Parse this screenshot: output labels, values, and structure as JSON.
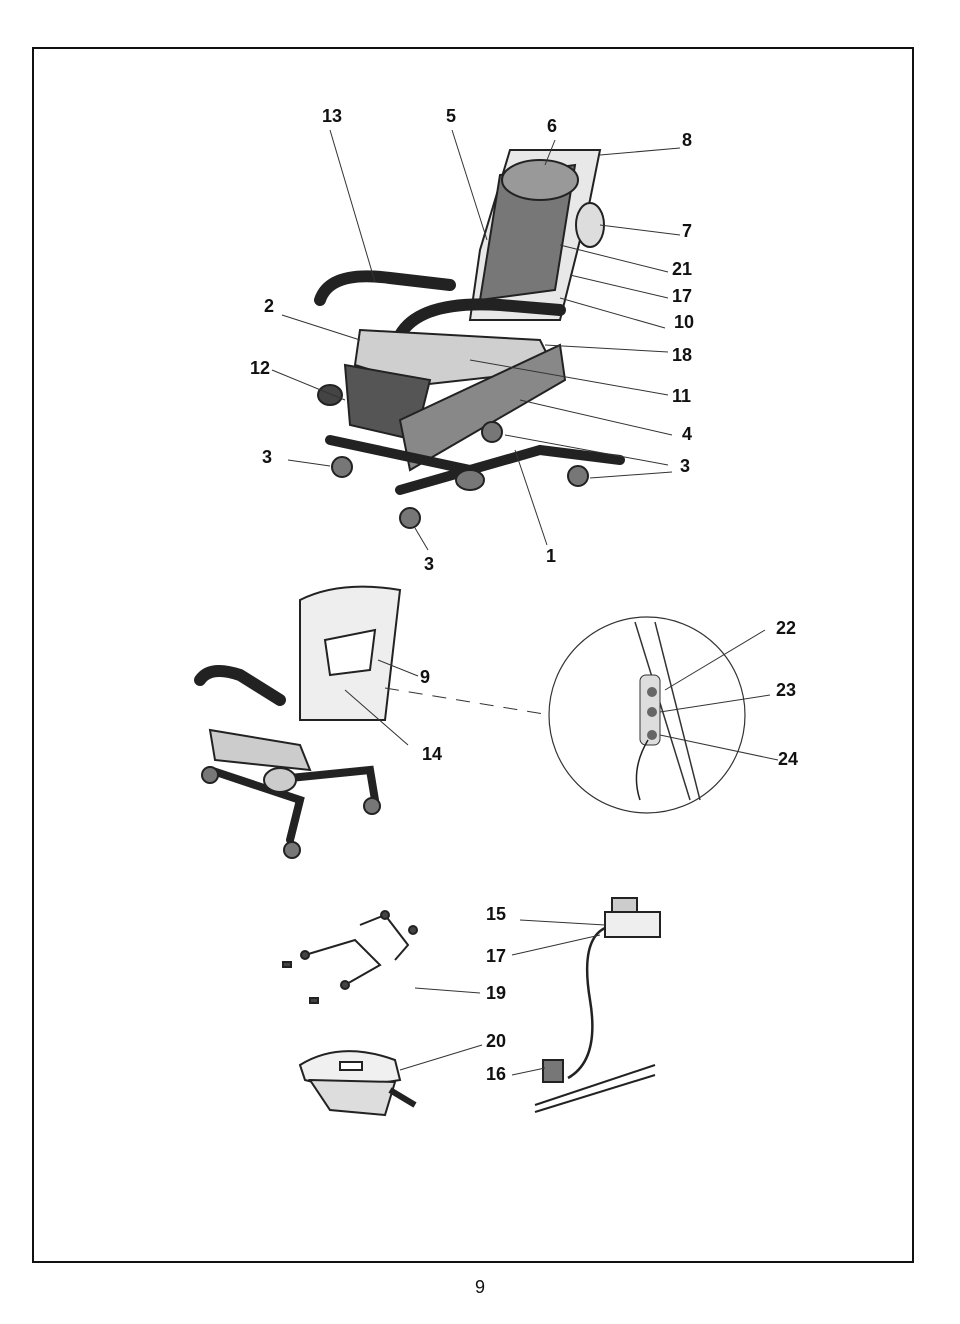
{
  "labels": {
    "l13": "13",
    "l5": "5",
    "l6": "6",
    "l8": "8",
    "l7": "7",
    "l21": "21",
    "l17a": "17",
    "l10": "10",
    "l18": "18",
    "l11": "11",
    "l4": "4",
    "l3a": "3",
    "l3b": "3",
    "l3c": "3",
    "l1": "1",
    "l2": "2",
    "l12": "12",
    "l9": "9",
    "l14": "14",
    "l22": "22",
    "l23": "23",
    "l24": "24",
    "l15": "15",
    "l17b": "17",
    "l19": "19",
    "l20": "20",
    "l16": "16"
  },
  "page_number": "9"
}
